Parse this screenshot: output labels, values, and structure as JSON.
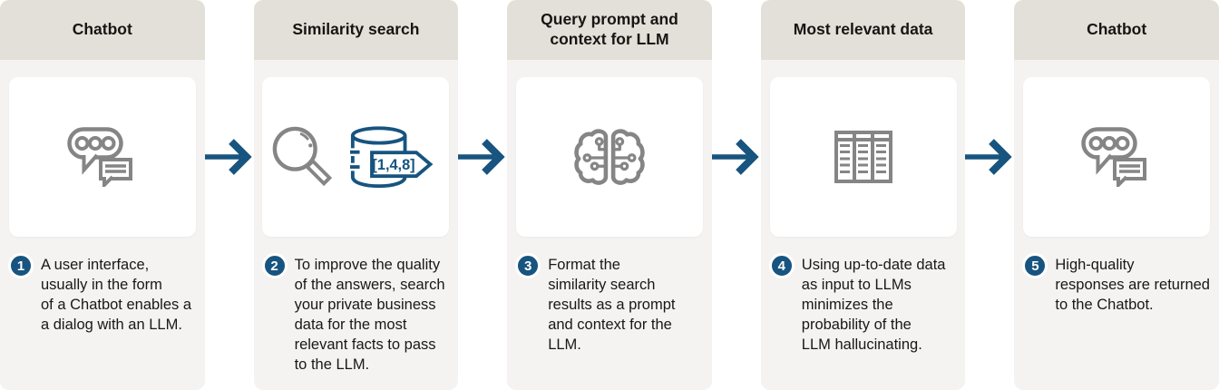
{
  "colors": {
    "accent_blue": "#17547f",
    "icon_gray": "#858585",
    "header_bg": "#e3e0d9",
    "panel_bg": "#f4f3f1",
    "card_bg": "#ffffff",
    "text": "#1a1816"
  },
  "icons": {
    "arrow": "arrow-right-icon",
    "columns": [
      [
        "chat-icon"
      ],
      [
        "magnifier-icon",
        "vector-database-icon"
      ],
      [
        "brain-circuit-icon"
      ],
      [
        "data-table-icon"
      ],
      [
        "chat-icon"
      ]
    ]
  },
  "columns": [
    {
      "header": "Chatbot",
      "step_number": "1",
      "description": "A user interface,\nusually in the form\nof a Chatbot enables a\na dialog  with an LLM."
    },
    {
      "header": "Similarity search",
      "step_number": "2",
      "database_tag": "[1,4,8]",
      "description": "To improve the quality\nof the answers, search\nyour private business\ndata for the most\nrelevant facts to pass\nto the LLM."
    },
    {
      "header": "Query prompt and\ncontext for LLM",
      "step_number": "3",
      "description": "Format the\nsimilarity search\nresults as a prompt\nand context for the\nLLM."
    },
    {
      "header": "Most relevant data",
      "step_number": "4",
      "description": "Using up-to-date data\nas input to LLMs\nminimizes the\nprobability of the\nLLM hallucinating."
    },
    {
      "header": "Chatbot",
      "step_number": "5",
      "description": "High-quality\nresponses are returned\nto the Chatbot."
    }
  ]
}
